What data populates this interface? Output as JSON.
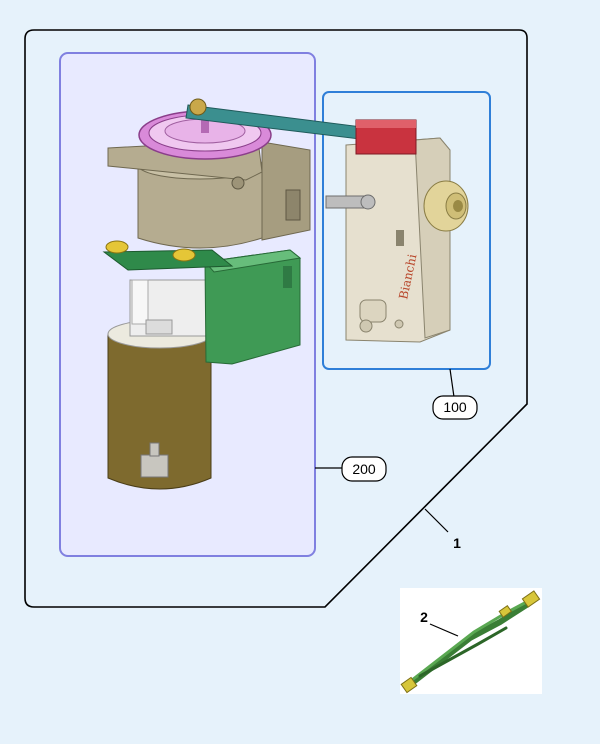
{
  "callouts": {
    "assembly": "1",
    "part_100": "100",
    "part_200": "200",
    "part_2": "2"
  },
  "colors": {
    "background": "#e6f2fb",
    "outline": "#000000",
    "group_frame": "#8080e0",
    "group_fill": "#e8eaff",
    "box_frame": "#2f7fd8",
    "gear": "#d98ad9",
    "body_grey": "#b5ac90",
    "bracket_green": "#3f9a55",
    "motor_brown": "#7e6a2e",
    "red_cap": "#c9333f",
    "knob": "#e2d49a",
    "shaft": "#3b8f8f",
    "harness_green": "#3a7e35",
    "thumb_bg": "#ffffff"
  },
  "logo_text": "Bianchi"
}
